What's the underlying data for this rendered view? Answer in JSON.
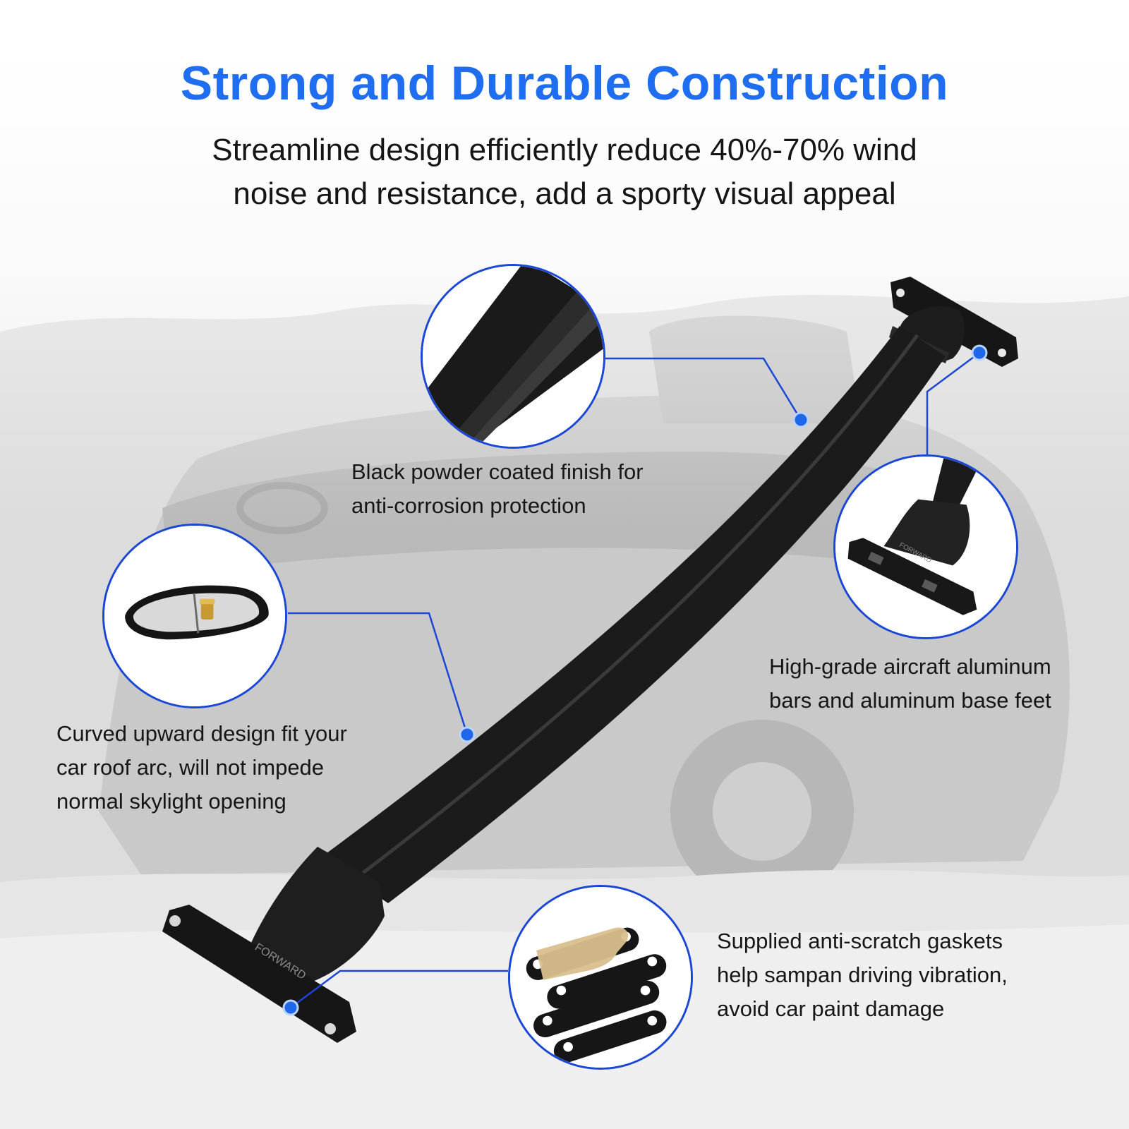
{
  "header": {
    "title": "Strong and Durable Construction",
    "subtitle_line1": "Streamline design efficiently reduce 40%-70% wind",
    "subtitle_line2": "noise and resistance, add a sporty visual appeal"
  },
  "colors": {
    "title_blue": "#1f6df0",
    "callout_blue": "#1a47d6",
    "dot_blue": "#1e66ea",
    "bar_black": "#1b1b1b",
    "text_dark": "#161616"
  },
  "callouts": {
    "finish": {
      "line1": "Black powder coated finish for",
      "line2": "anti-corrosion protection"
    },
    "aluminum": {
      "line1": "High-grade aircraft aluminum",
      "line2": "bars and aluminum base feet"
    },
    "curved": {
      "line1": "Curved upward design fit your",
      "line2": "car roof arc, will not impede",
      "line3": "normal skylight opening"
    },
    "gaskets": {
      "line1": "Supplied anti-scratch gaskets",
      "line2": "help sampan driving vibration,",
      "line3": "avoid car paint damage"
    }
  },
  "foot_label": "FORWARD"
}
